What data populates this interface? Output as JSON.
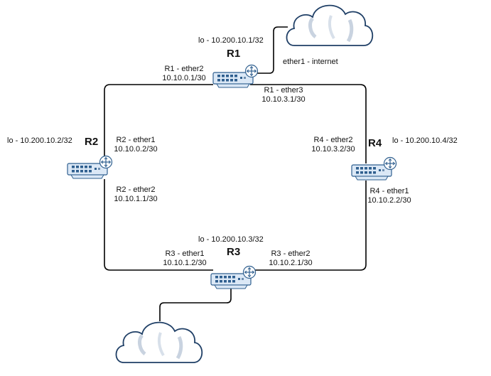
{
  "routers": {
    "r1": {
      "name": "R1",
      "lo": "lo - 10.200.10.1/32"
    },
    "r2": {
      "name": "R2",
      "lo": "lo - 10.200.10.2/32"
    },
    "r3": {
      "name": "R3",
      "lo": "lo - 10.200.10.3/32"
    },
    "r4": {
      "name": "R4",
      "lo": "lo - 10.200.10.4/32"
    }
  },
  "interfaces": {
    "r1_ether2": {
      "name": "R1 - ether2",
      "ip": "10.10.0.1/30"
    },
    "r1_ether3": {
      "name": "R1 - ether3",
      "ip": "10.10.3.1/30"
    },
    "r1_ether1": {
      "label": "ether1 - internet"
    },
    "r2_ether1": {
      "name": "R2 - ether1",
      "ip": "10.10.0.2/30"
    },
    "r2_ether2": {
      "name": "R2 - ether2",
      "ip": "10.10.1.1/30"
    },
    "r3_ether1": {
      "name": "R3 - ether1",
      "ip": "10.10.1.2/30"
    },
    "r3_ether2": {
      "name": "R3 - ether2",
      "ip": "10.10.2.1/30"
    },
    "r4_ether2": {
      "name": "R4 - ether2",
      "ip": "10.10.3.2/30"
    },
    "r4_ether1": {
      "name": "R4 - ether1",
      "ip": "10.10.2.2/30"
    }
  },
  "colors": {
    "router_fill": "#dbe8f6",
    "router_stroke": "#2f5f8f",
    "cloud_stroke": "#1f3f66",
    "link": "#000000"
  },
  "icons": [
    "router-icon",
    "cloud-icon"
  ]
}
